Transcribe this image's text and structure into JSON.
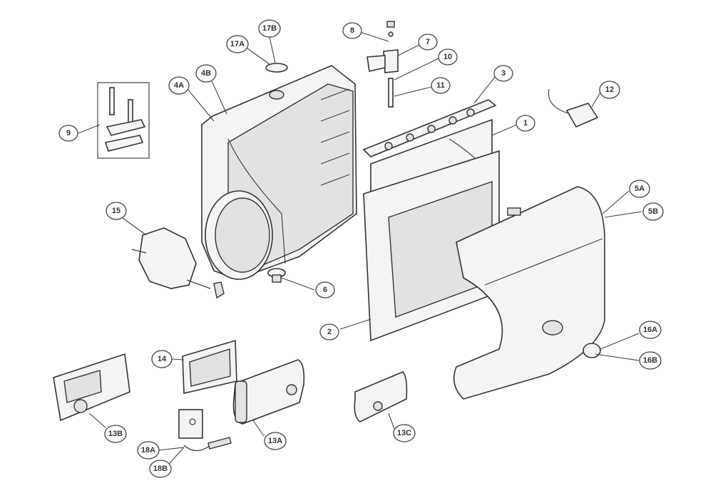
{
  "callouts": {
    "c1": "1",
    "c2": "2",
    "c3": "3",
    "c4a": "4A",
    "c4b": "4B",
    "c5a": "5A",
    "c5b": "5B",
    "c6": "6",
    "c7": "7",
    "c8": "8",
    "c9": "9",
    "c10": "10",
    "c11": "11",
    "c12": "12",
    "c13a": "13A",
    "c13b": "13B",
    "c13c": "13C",
    "c14": "14",
    "c15": "15",
    "c16a": "16A",
    "c16b": "16B",
    "c17a": "17A",
    "c17b": "17B",
    "c18a": "18A",
    "c18b": "18B"
  },
  "colors": {
    "line": "#333333",
    "background": "#ffffff"
  }
}
